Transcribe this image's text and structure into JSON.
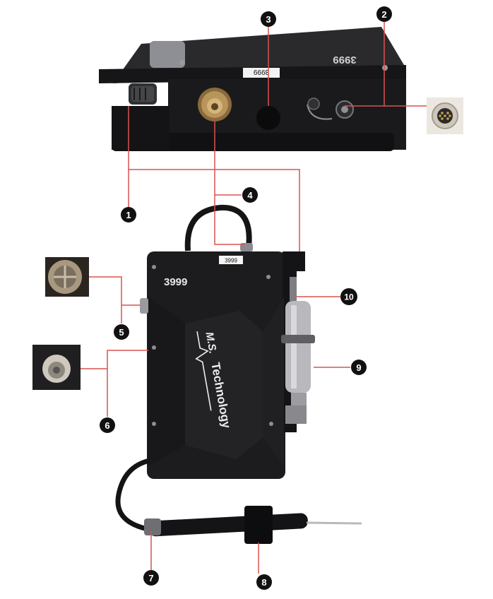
{
  "device": {
    "serial_top": "3999",
    "serial_label": "3999",
    "serial_main": "3999",
    "serial_sticker": "3999",
    "brand_line1": "M.S.",
    "brand_line2": "Technology"
  },
  "callouts": [
    {
      "id": "1",
      "label": "1"
    },
    {
      "id": "2",
      "label": "2"
    },
    {
      "id": "3",
      "label": "3"
    },
    {
      "id": "4",
      "label": "4"
    },
    {
      "id": "5",
      "label": "5"
    },
    {
      "id": "6",
      "label": "6"
    },
    {
      "id": "7",
      "label": "7"
    },
    {
      "id": "8",
      "label": "8"
    },
    {
      "id": "9",
      "label": "9"
    },
    {
      "id": "10",
      "label": "10"
    }
  ],
  "colors": {
    "leader_line": "#d9534f",
    "device_body": "#1c1c1e",
    "badge_fill": "#111111",
    "badge_text": "#ffffff",
    "brass": "#b8955a",
    "steel": "#b9b9bd"
  }
}
